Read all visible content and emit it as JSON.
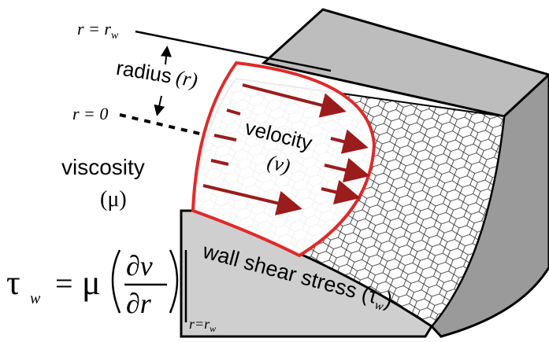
{
  "labels": {
    "r_wall": "r = r",
    "r_wall_sub": "w",
    "r_center": "r = 0",
    "radius_word": "radius",
    "radius_symbol": "(r)",
    "velocity_word": "velocity",
    "velocity_symbol": "(ν)",
    "viscosity_word": "viscosity",
    "viscosity_symbol": "(μ)",
    "wall_shear_text": "wall shear stress (τ",
    "wall_shear_sub": "w",
    "wall_shear_close": ")"
  },
  "equation": {
    "lhs": "τ",
    "lhs_sub": "w",
    "equals": "=",
    "mu": "μ",
    "numerator": "∂v",
    "denominator": "∂r",
    "eval_at": "r=r",
    "eval_sub": "w"
  },
  "colors": {
    "profile": "#e02a2a",
    "arrows": "#9b1c1c",
    "wall_face": "#cfcfcf",
    "wall_top": "#bdbdbd",
    "wall_side": "#9a9a9a",
    "outline": "#000000"
  }
}
